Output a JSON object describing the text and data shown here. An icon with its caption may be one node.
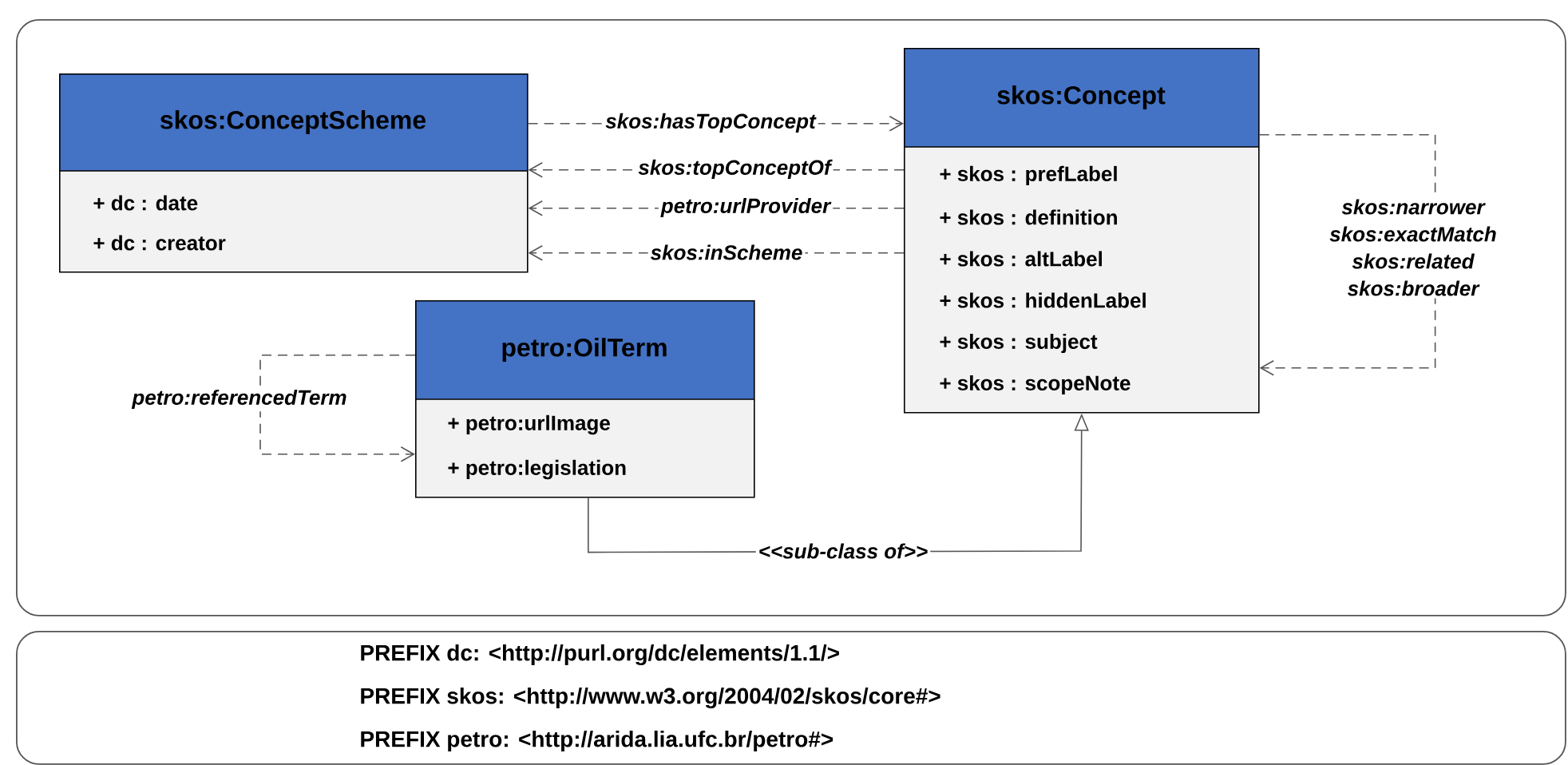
{
  "diagram": {
    "nodes": [
      {
        "text": [],
        "shape": "box"
      },
      {
        "text": [
          "skos:ConceptScheme",
          "+ dc : date",
          "+ dc : creator"
        ],
        "in": 0
      },
      {
        "text": [
          "skos:Concept",
          "+ skos : prefLabel",
          "+ skos : definition",
          "+ skos : altLabel",
          "+ skos : hiddenLabel",
          "+ skos : subject",
          "+ skos : scopeNote"
        ],
        "in": 0
      },
      {
        "text": [
          "petro:OilTerm",
          "+ petro:urlImage",
          "+ petro:legislation"
        ],
        "in": 0
      },
      {
        "text": [
          "PREFIX dc: <http://purl.org/dc/elements/1.1/>",
          "PREFIX skos: <http://www.w3.org/2004/02/skos/core#>",
          "PREFIX petro: <http://arida.lia.ufc.br/petro#>"
        ]
      }
    ],
    "edges": [
      {
        "from": 1,
        "to": 2,
        "arrow": "to",
        "style": "dashed",
        "label": "skos:hasTopConcept"
      },
      {
        "from": 2,
        "to": 1,
        "arrow": "to",
        "style": "dashed",
        "label": "skos:topConceptOf"
      },
      {
        "from": 2,
        "to": 1,
        "arrow": "to",
        "style": "dashed",
        "label": "petro:urlProvider"
      },
      {
        "from": 2,
        "to": 1,
        "arrow": "to",
        "style": "dashed",
        "label": "skos:inScheme"
      },
      {
        "from": 2,
        "to": 2,
        "arrow": "to",
        "style": "dashed",
        "label": "skos:narrower skos:exactMatch skos:related skos:broader"
      },
      {
        "from": 3,
        "to": 3,
        "arrow": "to",
        "style": "dashed",
        "label": "petro:referencedTerm"
      },
      {
        "from": 3,
        "to": 2,
        "arrow": "to",
        "label": "<<sub-class of>>"
      }
    ]
  }
}
